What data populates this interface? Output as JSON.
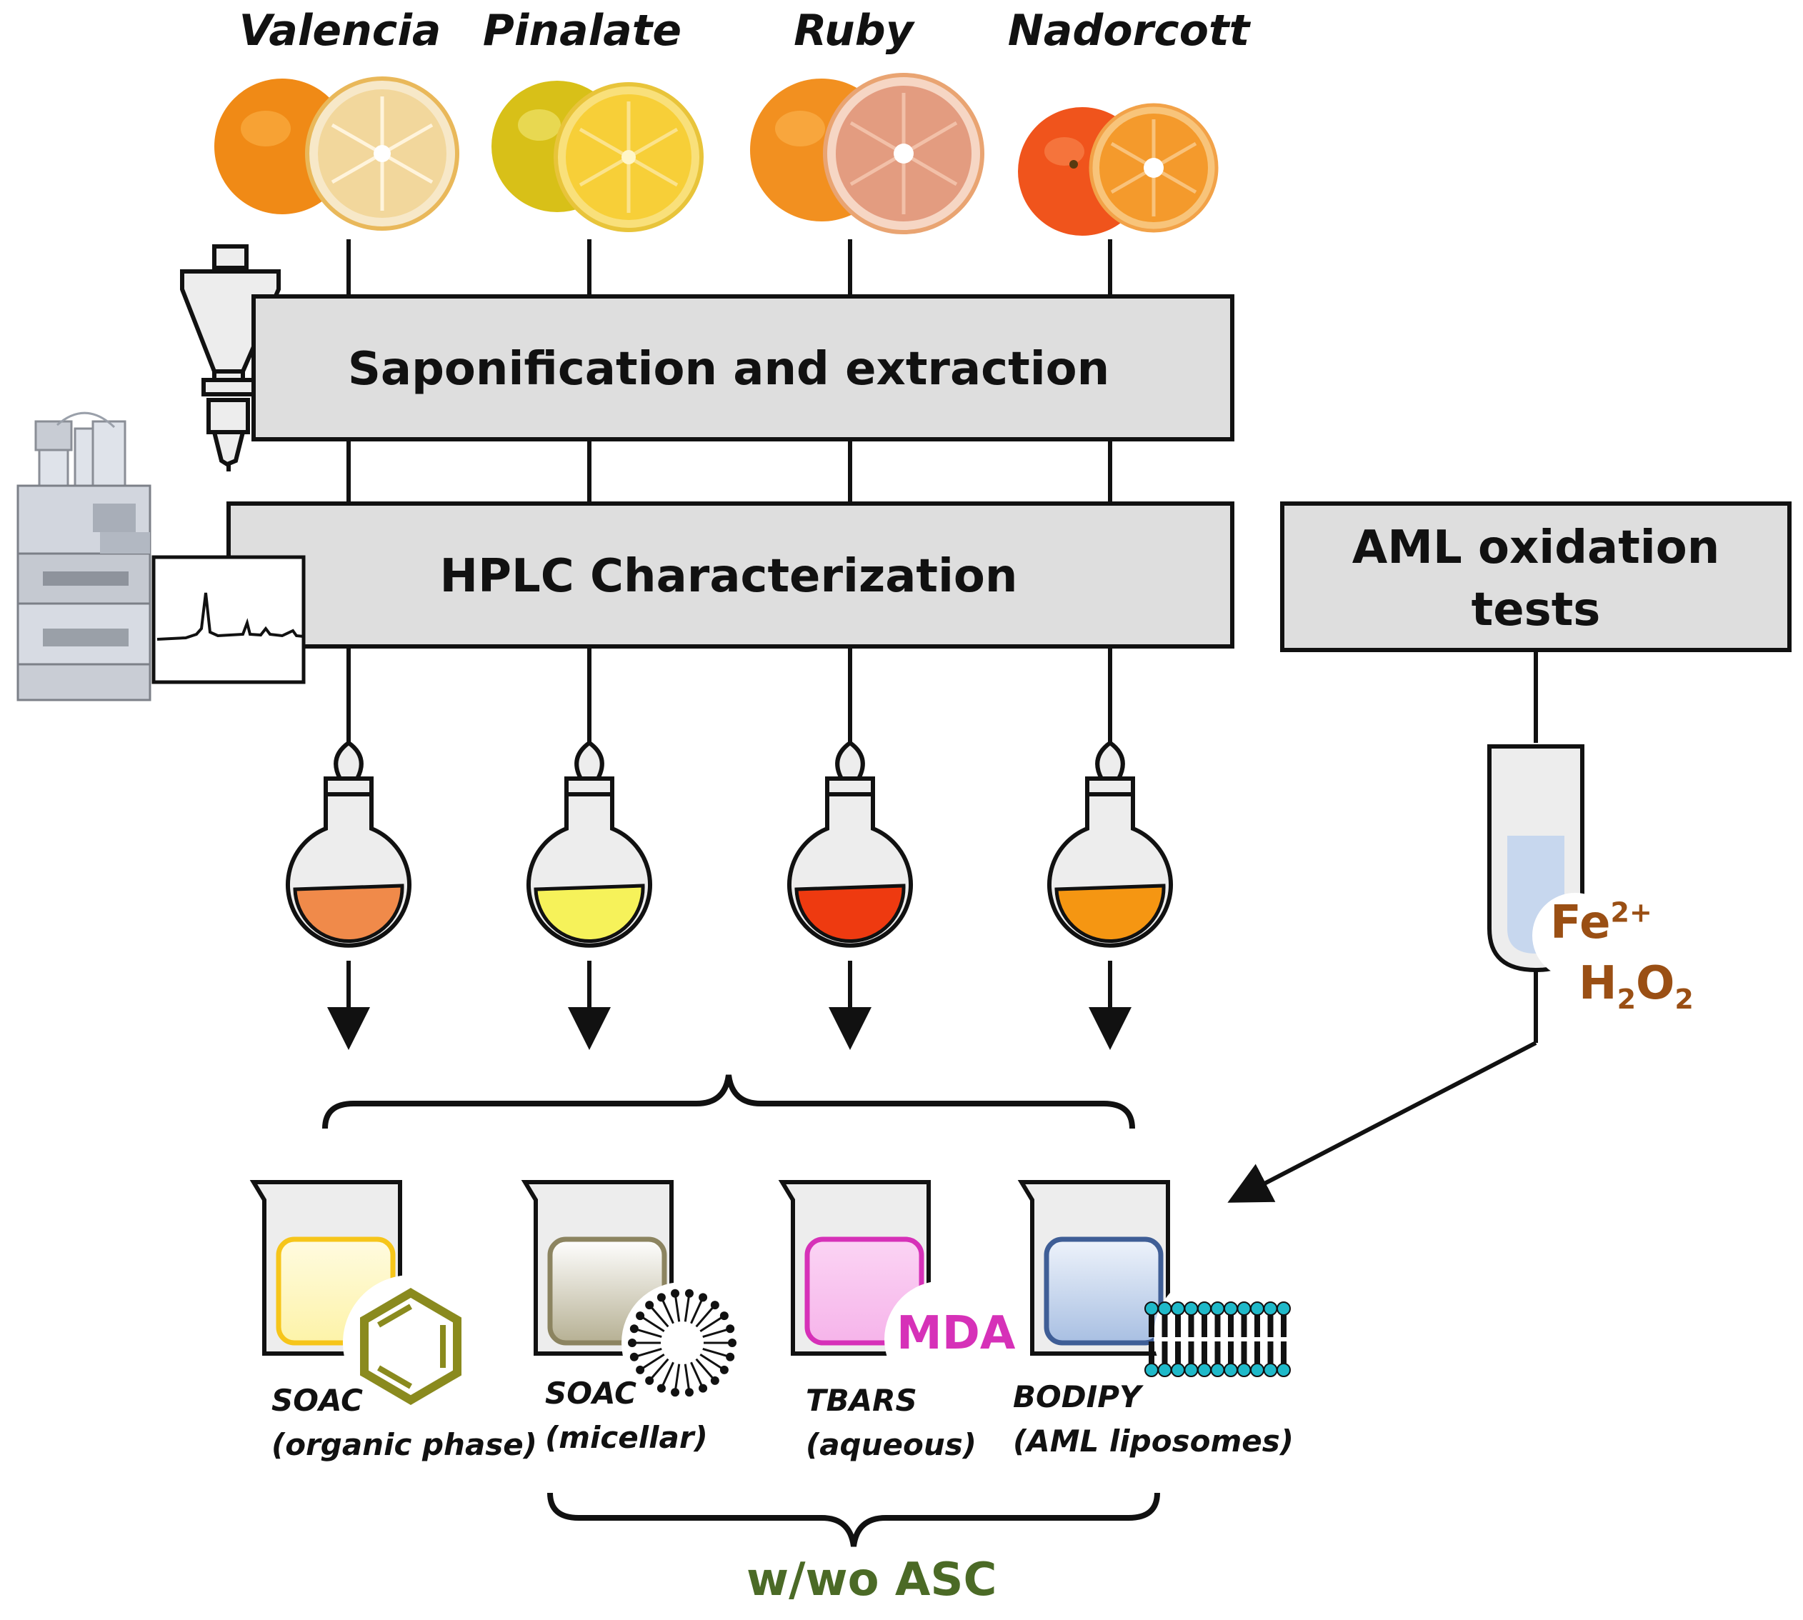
{
  "varieties": [
    {
      "name": "Valencia",
      "peel": "#f08a16",
      "flesh": "#f5dca6",
      "extract": "#f08a4a"
    },
    {
      "name": "Pinalate",
      "peel": "#e2c21e",
      "flesh": "#f7d13a",
      "extract": "#f6f25a"
    },
    {
      "name": "Ruby",
      "peel": "#f29020",
      "flesh": "#e8a07e",
      "extract": "#ee3a10"
    },
    {
      "name": "Nadorcott",
      "peel": "#f0541c",
      "flesh": "#f6a23c",
      "extract": "#f59612"
    }
  ],
  "steps": {
    "saponification": "Saponification and extraction",
    "hplc": "HPLC Characterization",
    "aml_line1": "AML oxidation",
    "aml_line2": "tests"
  },
  "reagents": {
    "fe": "Fe",
    "fe_charge": "2+",
    "h": "H",
    "h_sub": "2",
    "o": "O",
    "o_sub": "2"
  },
  "assays": [
    {
      "line1": "SOAC",
      "line2": "(organic phase)",
      "icon": "benzene-icon",
      "color": "#f6c51a",
      "fill": "#fdf7c4"
    },
    {
      "line1": "SOAC",
      "line2": "(micellar)",
      "icon": "micelle-icon",
      "color": "#8c8460",
      "fill": "#c9c5ae"
    },
    {
      "line1": "TBARS",
      "line2": "(aqueous)",
      "icon": "mda-label",
      "label": "MDA",
      "color": "#d631b8",
      "fill": "#f9c6f0"
    },
    {
      "line1": "BODIPY",
      "line2": "(AML liposomes)",
      "icon": "liposome-icon",
      "color": "#3f5e96",
      "fill": "#c8d7ef"
    }
  ],
  "asc_label": "w/wo ASC",
  "colors": {
    "box_fill": "#dedede",
    "reagent": "#9a4f14",
    "asc": "#4b6a26",
    "liposome": "#1fb9c9",
    "benzene": "#8a8a1e"
  }
}
